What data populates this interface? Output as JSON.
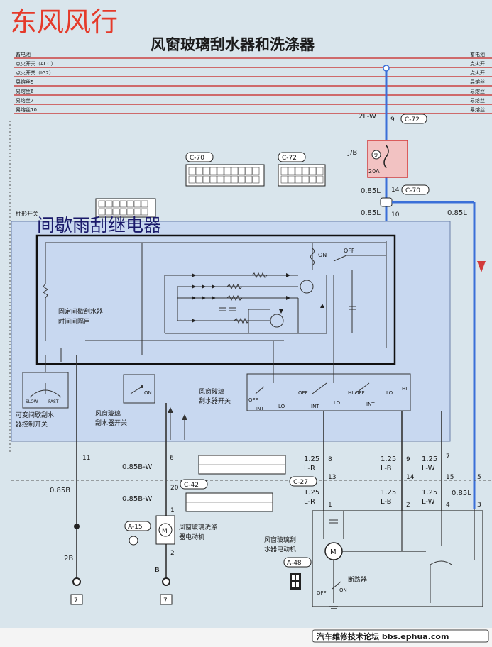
{
  "watermark": "东风风行",
  "title": "风窗玻璃刮水器和洗涤器",
  "relay_label": "间歇雨刮继电器",
  "footer": "汽车维修技术论坛 bbs.ephua.com",
  "rails": [
    "蓄电池",
    "点火开关（ACC）",
    "点火开关（IG2）",
    "易熔丝5",
    "易熔丝6",
    "易熔丝7",
    "易熔丝10"
  ],
  "rails_right": [
    "蓄电池",
    "点火开",
    "点火开",
    "易熔丝",
    "易熔丝",
    "易熔丝",
    "易熔丝"
  ],
  "connectors": {
    "c70": "C-70",
    "c72": "C-72",
    "c42": "C-42",
    "c27": "C-27",
    "a15": "A-15",
    "a48": "A-48",
    "jb": "J/B"
  },
  "fuse": {
    "wire": "2L-W",
    "pin": "9",
    "rating": "20A",
    "num": "9"
  },
  "wires": {
    "w085l_a": "0.85L",
    "pin14": "14",
    "w085l_b": "0.85L",
    "pin10": "10",
    "w085l_c": "0.85L",
    "pin11": "11",
    "w085b": "0.85B",
    "w2b": "2B",
    "pin6": "6",
    "w085bw1": "0.85B-W",
    "pin20": "20",
    "w085bw2": "0.85B-W",
    "pin1m": "1",
    "pin2m": "2",
    "wb": "B",
    "w125lr_a": "1.25",
    "w125lr_a2": "L-R",
    "pin8": "8",
    "pin13": "13",
    "w125lr_b": "1.25",
    "w125lr_b2": "L-R",
    "pin1": "1",
    "w125lb_a": "1.25",
    "w125lb_a2": "L-B",
    "pin9": "9",
    "pin14b": "14",
    "w125lb_b": "1.25",
    "w125lb_b2": "L-B",
    "pin2": "2",
    "w125lw_a": "1.25",
    "w125lw_a2": "L-W",
    "pin7": "7",
    "pin15": "15",
    "w125lw_b": "1.25",
    "w125lw_b2": "L-W",
    "pin4": "4",
    "pin5": "5",
    "w085l_d": "0.85L",
    "pin3": "3",
    "pin7g1": "7",
    "pin7g2": "7"
  },
  "labels": {
    "column_switch": "柱形开关",
    "fixed_interval_1": "固定间歇刮水器",
    "fixed_interval_2": "时间间隔用",
    "var_switch_1": "可变间歇刮水",
    "var_switch_2": "器控制开关",
    "wiper_sw_1": "风窗玻璃",
    "wiper_sw_2": "刮水器开关",
    "wiper_sw_3": "风窗玻璃",
    "wiper_sw_4": "刮水器开关",
    "washer_1": "风窗玻璃洗涤",
    "washer_2": "器电动机",
    "wiper_motor_1": "风窗玻璃刮",
    "wiper_motor_2": "水器电动机",
    "breaker": "断路器",
    "on": "ON",
    "off": "OFF",
    "off2": "OFF",
    "on2": "ON",
    "slow": "SLOW",
    "fast": "FAST",
    "sw_off": "OFF",
    "sw_int": "INT",
    "sw_lo": "LO",
    "sw_off2": "OFF",
    "sw_int2": "INT",
    "sw_lo2": "LO",
    "sw_off3": "OFF",
    "sw_int3": "INT",
    "sw_lo3": "LO",
    "sw_hi": "HI",
    "sw_hi2": "HI",
    "motor_m": "M",
    "motor_m2": "M",
    "off_b": "OFF",
    "on_b": "ON"
  },
  "colors": {
    "rail": "#c8201e",
    "blue": "#3a6fd8",
    "wire": "#3a3a3a",
    "relay_box": "#111111",
    "fuse_box": "#d23a3a",
    "red_watermark": "#e53a2a",
    "bg": "#d9e5ec",
    "panel": "#c8d8f0"
  }
}
